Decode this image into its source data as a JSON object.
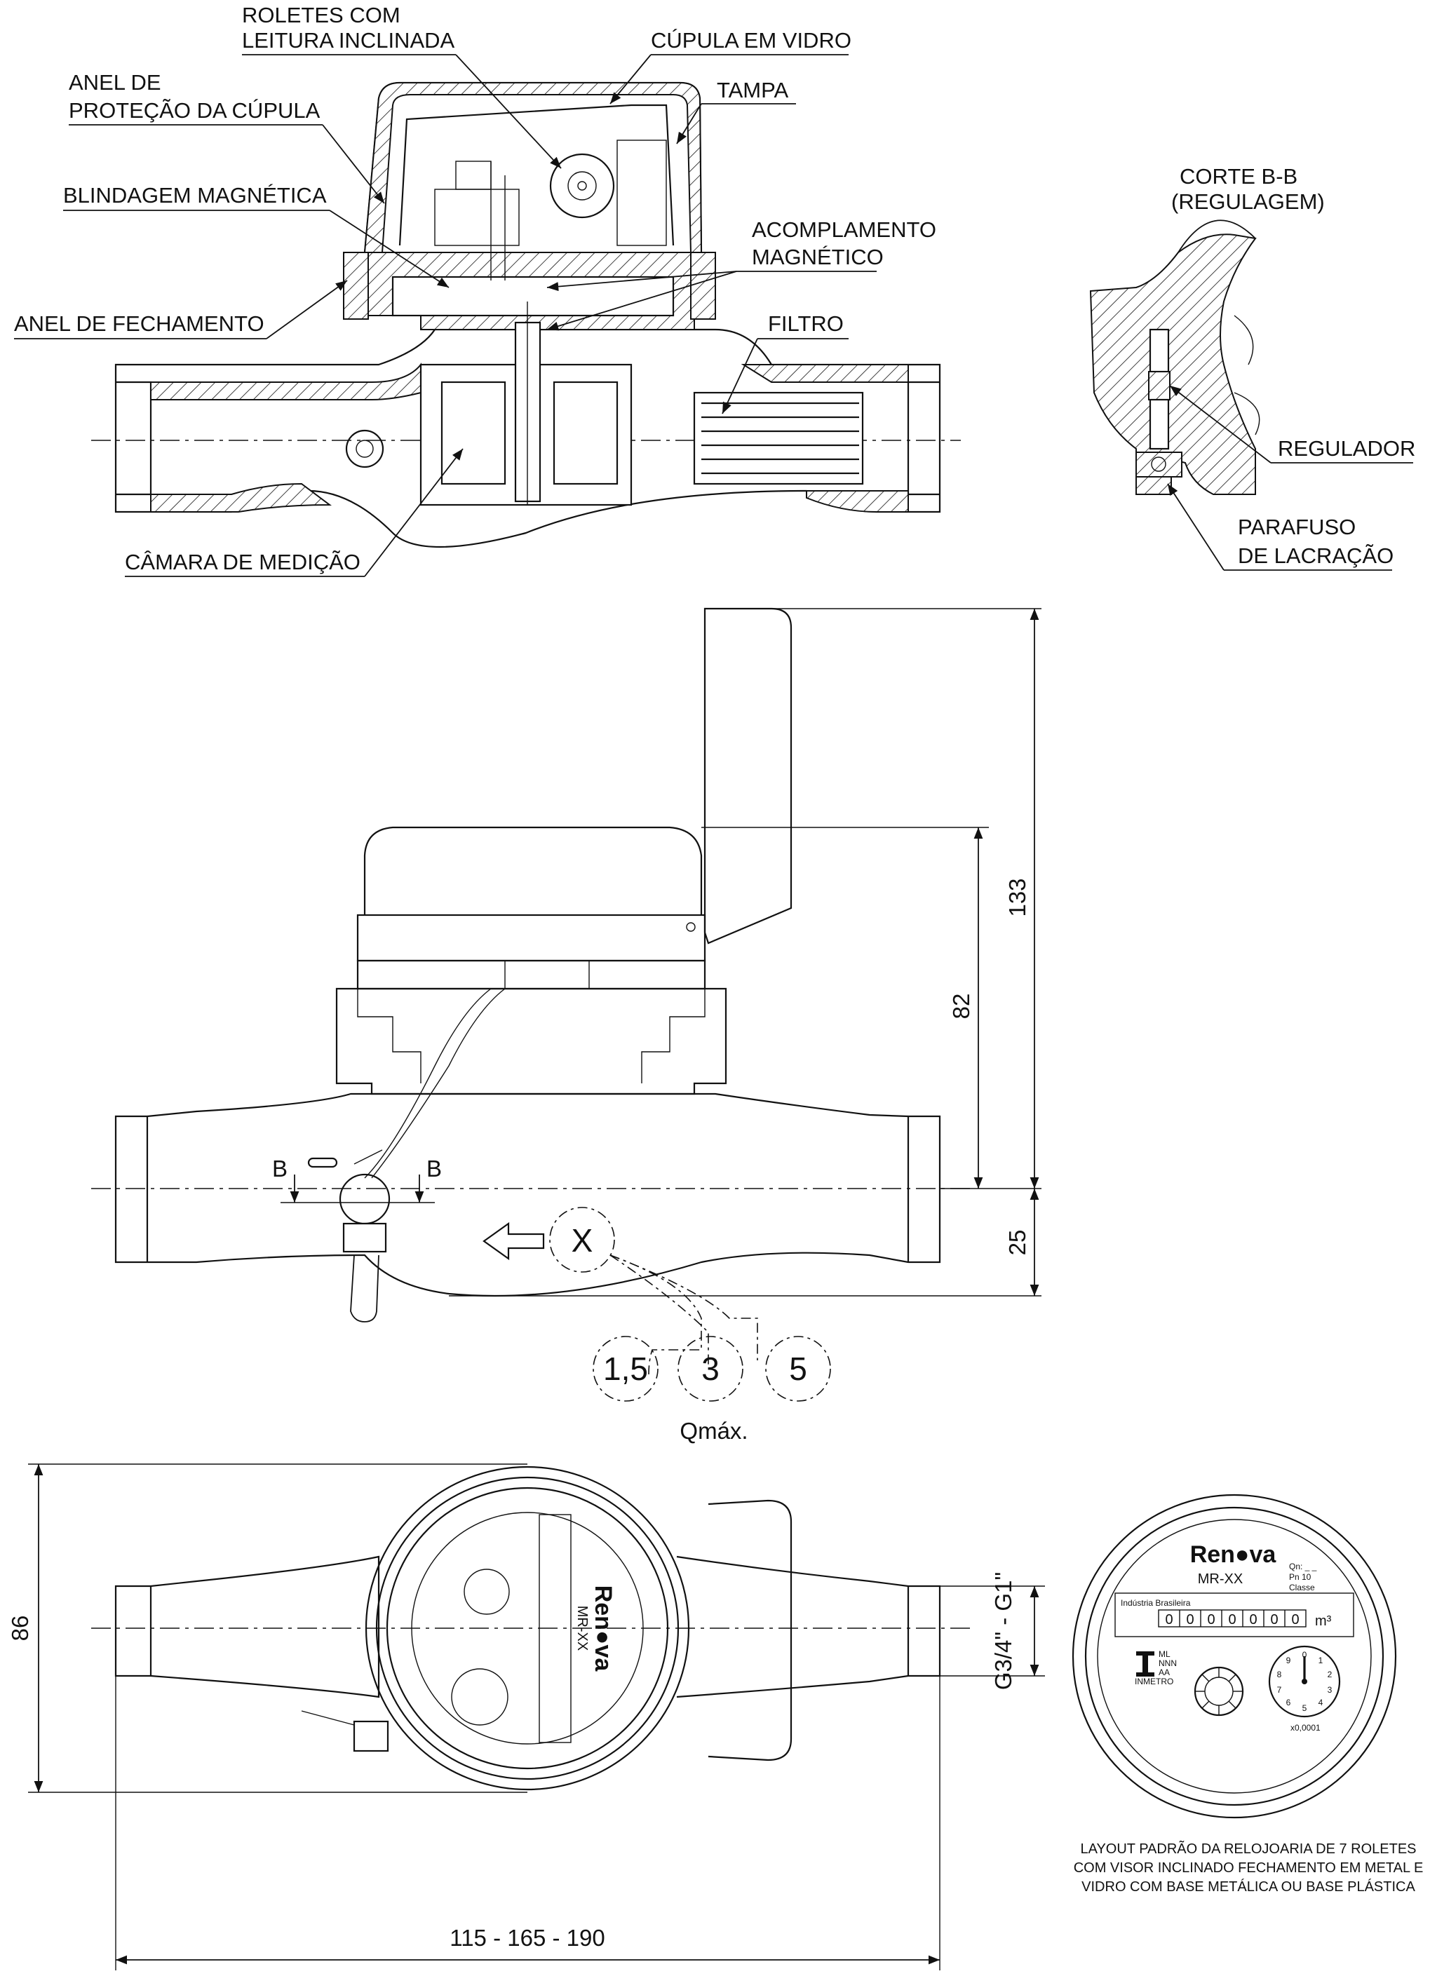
{
  "section_view": {
    "labels": {
      "roletes": [
        "ROLETES COM",
        "LEITURA INCLINADA"
      ],
      "cupula_vidro": "CÚPULA EM VIDRO",
      "anel_protecao": [
        "ANEL DE",
        "PROTEÇÃO DA CÚPULA"
      ],
      "tampa": "TAMPA",
      "blindagem": "BLINDAGEM MAGNÉTICA",
      "acoplamento": [
        "ACOMPLAMENTO",
        "MAGNÉTICO"
      ],
      "anel_fechamento": "ANEL DE FECHAMENTO",
      "filtro": "FILTRO",
      "camara": "CÂMARA DE MEDIÇÃO"
    }
  },
  "corte_bb": {
    "title": [
      "CORTE B-B",
      "(REGULAGEM)"
    ],
    "regulador": "REGULADOR",
    "parafuso": [
      "PARAFUSO",
      "DE LACRAÇÃO"
    ]
  },
  "side_view": {
    "dim_133": "133",
    "dim_82": "82",
    "dim_25": "25",
    "section_mark": "B",
    "detail_mark": "X",
    "qmax_options": [
      "1,5",
      "3",
      "5"
    ],
    "qmax_label": "Qmáx."
  },
  "top_view": {
    "dim_86": "86",
    "dim_length": "115 - 165 - 190",
    "dim_thread": "G3/4\" - G1\""
  },
  "dial": {
    "brand": "Ren●va",
    "model": "MR-XX",
    "maker": "Indústria Brasileira",
    "qn": "Qn: _ _",
    "pn": "Pn 10",
    "classe": "Classe",
    "unit": "m³",
    "multiplier": "x0,0001",
    "cert": [
      "ML",
      "NNN",
      "AA"
    ],
    "inmetro": "INMETRO",
    "roller_digits": [
      "0",
      "0",
      "0",
      "0",
      "0",
      "0",
      "0"
    ],
    "dial_numbers": [
      "0",
      "1",
      "2",
      "3",
      "4",
      "5",
      "6",
      "7",
      "8",
      "9"
    ]
  },
  "caption": [
    "LAYOUT PADRÃO DA RELOJOARIA DE 7 ROLETES",
    "COM VISOR INCLINADO FECHAMENTO EM METAL E",
    "VIDRO COM BASE METÁLICA OU BASE PLÁSTICA"
  ]
}
